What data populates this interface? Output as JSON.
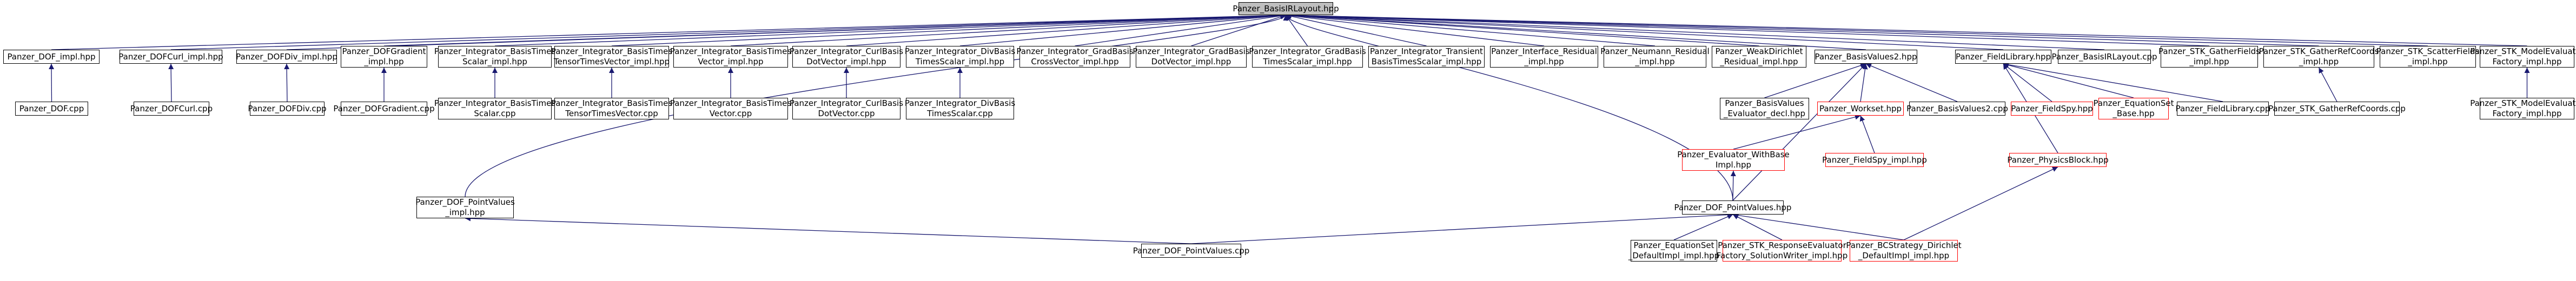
{
  "colors": {
    "edge": "#191970",
    "root_fill": "#bfbfbf",
    "border": "#000000",
    "red_border": "#ff0000"
  },
  "nodes": [
    {
      "id": "root",
      "lines": [
        "Panzer_BasisIRLayout.hpp"
      ]
    },
    {
      "id": "dof_impl",
      "lines": [
        "Panzer_DOF_impl.hpp"
      ]
    },
    {
      "id": "dofcurl_impl",
      "lines": [
        "Panzer_DOFCurl_impl.hpp"
      ]
    },
    {
      "id": "dofdiv_impl",
      "lines": [
        "Panzer_DOFDiv_impl.hpp"
      ]
    },
    {
      "id": "dofgrad_impl",
      "lines": [
        "Panzer_DOFGradient",
        "_impl.hpp"
      ]
    },
    {
      "id": "ibt_scalar_impl",
      "lines": [
        "Panzer_Integrator_BasisTimes",
        "Scalar_impl.hpp"
      ]
    },
    {
      "id": "ibt_ttv_impl",
      "lines": [
        "Panzer_Integrator_BasisTimes",
        "TensorTimesVector_impl.hpp"
      ]
    },
    {
      "id": "ibt_vector_impl",
      "lines": [
        "Panzer_Integrator_BasisTimes",
        "Vector_impl.hpp"
      ]
    },
    {
      "id": "icurl_dot_impl",
      "lines": [
        "Panzer_Integrator_CurlBasis",
        "DotVector_impl.hpp"
      ]
    },
    {
      "id": "idiv_ts_impl",
      "lines": [
        "Panzer_Integrator_DivBasis",
        "TimesScalar_impl.hpp"
      ]
    },
    {
      "id": "igrad_cross_impl",
      "lines": [
        "Panzer_Integrator_GradBasis",
        "CrossVector_impl.hpp"
      ]
    },
    {
      "id": "igrad_dot_impl",
      "lines": [
        "Panzer_Integrator_GradBasis",
        "DotVector_impl.hpp"
      ]
    },
    {
      "id": "igrad_ts_impl",
      "lines": [
        "Panzer_Integrator_GradBasis",
        "TimesScalar_impl.hpp"
      ]
    },
    {
      "id": "itrans_impl",
      "lines": [
        "Panzer_Integrator_Transient",
        "BasisTimesScalar_impl.hpp"
      ]
    },
    {
      "id": "interface_impl",
      "lines": [
        "Panzer_Interface_Residual",
        "_impl.hpp"
      ]
    },
    {
      "id": "neumann_impl",
      "lines": [
        "Panzer_Neumann_Residual",
        "_impl.hpp"
      ]
    },
    {
      "id": "weakdir_impl",
      "lines": [
        "Panzer_WeakDirichlet",
        "_Residual_impl.hpp"
      ]
    },
    {
      "id": "bv2_hpp",
      "lines": [
        "Panzer_BasisValues2.hpp"
      ]
    },
    {
      "id": "fieldlib_hpp",
      "lines": [
        "Panzer_FieldLibrary.hpp"
      ]
    },
    {
      "id": "root_cpp",
      "lines": [
        "Panzer_BasisIRLayout.cpp"
      ]
    },
    {
      "id": "stk_gather_impl",
      "lines": [
        "Panzer_STK_GatherFields",
        "_impl.hpp"
      ]
    },
    {
      "id": "stk_gatherref_impl",
      "lines": [
        "Panzer_STK_GatherRefCoords",
        "_impl.hpp"
      ]
    },
    {
      "id": "stk_scatter_impl",
      "lines": [
        "Panzer_STK_ScatterFields",
        "_impl.hpp"
      ]
    },
    {
      "id": "stk_model_impl",
      "lines": [
        "Panzer_STK_ModelEvaluator",
        "Factory_impl.hpp"
      ]
    },
    {
      "id": "dof_cpp",
      "lines": [
        "Panzer_DOF.cpp"
      ]
    },
    {
      "id": "dofcurl_cpp",
      "lines": [
        "Panzer_DOFCurl.cpp"
      ]
    },
    {
      "id": "dofdiv_cpp",
      "lines": [
        "Panzer_DOFDiv.cpp"
      ]
    },
    {
      "id": "dofgrad_cpp",
      "lines": [
        "Panzer_DOFGradient.cpp"
      ]
    },
    {
      "id": "ibt_scalar_cpp",
      "lines": [
        "Panzer_Integrator_BasisTimes",
        "Scalar.cpp"
      ]
    },
    {
      "id": "ibt_ttv_cpp",
      "lines": [
        "Panzer_Integrator_BasisTimes",
        "TensorTimesVector.cpp"
      ]
    },
    {
      "id": "ibt_vector_cpp",
      "lines": [
        "Panzer_Integrator_BasisTimes",
        "Vector.cpp"
      ]
    },
    {
      "id": "icurl_dot_cpp",
      "lines": [
        "Panzer_Integrator_CurlBasis",
        "DotVector.cpp"
      ]
    },
    {
      "id": "idiv_ts_cpp",
      "lines": [
        "Panzer_Integrator_DivBasis",
        "TimesScalar.cpp"
      ]
    },
    {
      "id": "bv_decl",
      "lines": [
        "Panzer_BasisValues",
        "_Evaluator_decl.hpp"
      ]
    },
    {
      "id": "workset_hpp",
      "lines": [
        "Panzer_Workset.hpp"
      ]
    },
    {
      "id": "bv2_cpp",
      "lines": [
        "Panzer_BasisValues2.cpp"
      ]
    },
    {
      "id": "fieldspy_hpp",
      "lines": [
        "Panzer_FieldSpy.hpp"
      ]
    },
    {
      "id": "eqset_base",
      "lines": [
        "Panzer_EquationSet",
        "_Base.hpp"
      ]
    },
    {
      "id": "fieldlib_cpp",
      "lines": [
        "Panzer_FieldLibrary.cpp"
      ]
    },
    {
      "id": "stk_gatherref_cpp",
      "lines": [
        "Panzer_STK_GatherRefCoords.cpp"
      ]
    },
    {
      "id": "stk_model_impl2",
      "lines": [
        "Panzer_STK_ModelEvaluator",
        "Factory_impl.hpp"
      ]
    },
    {
      "id": "eval_withbase",
      "lines": [
        "Panzer_Evaluator_WithBase",
        "Impl.hpp"
      ]
    },
    {
      "id": "fieldspy_impl",
      "lines": [
        "Panzer_FieldSpy_impl.hpp"
      ]
    },
    {
      "id": "physblock_hpp",
      "lines": [
        "Panzer_PhysicsBlock.hpp"
      ]
    },
    {
      "id": "dof_pv_impl",
      "lines": [
        "Panzer_DOF_PointValues",
        "_impl.hpp"
      ]
    },
    {
      "id": "dof_pv_hpp",
      "lines": [
        "Panzer_DOF_PointValues.hpp"
      ]
    },
    {
      "id": "dof_pv_cpp",
      "lines": [
        "Panzer_DOF_PointValues.cpp"
      ]
    },
    {
      "id": "eqset_default",
      "lines": [
        "Panzer_EquationSet",
        "_DefaultImpl_impl.hpp"
      ]
    },
    {
      "id": "stk_resp",
      "lines": [
        "Panzer_STK_ResponseEvaluator",
        "Factory_SolutionWriter_impl.hpp"
      ]
    },
    {
      "id": "bc_dirichlet",
      "lines": [
        "Panzer_BCStrategy_Dirichlet",
        "_DefaultImpl_impl.hpp"
      ]
    }
  ]
}
